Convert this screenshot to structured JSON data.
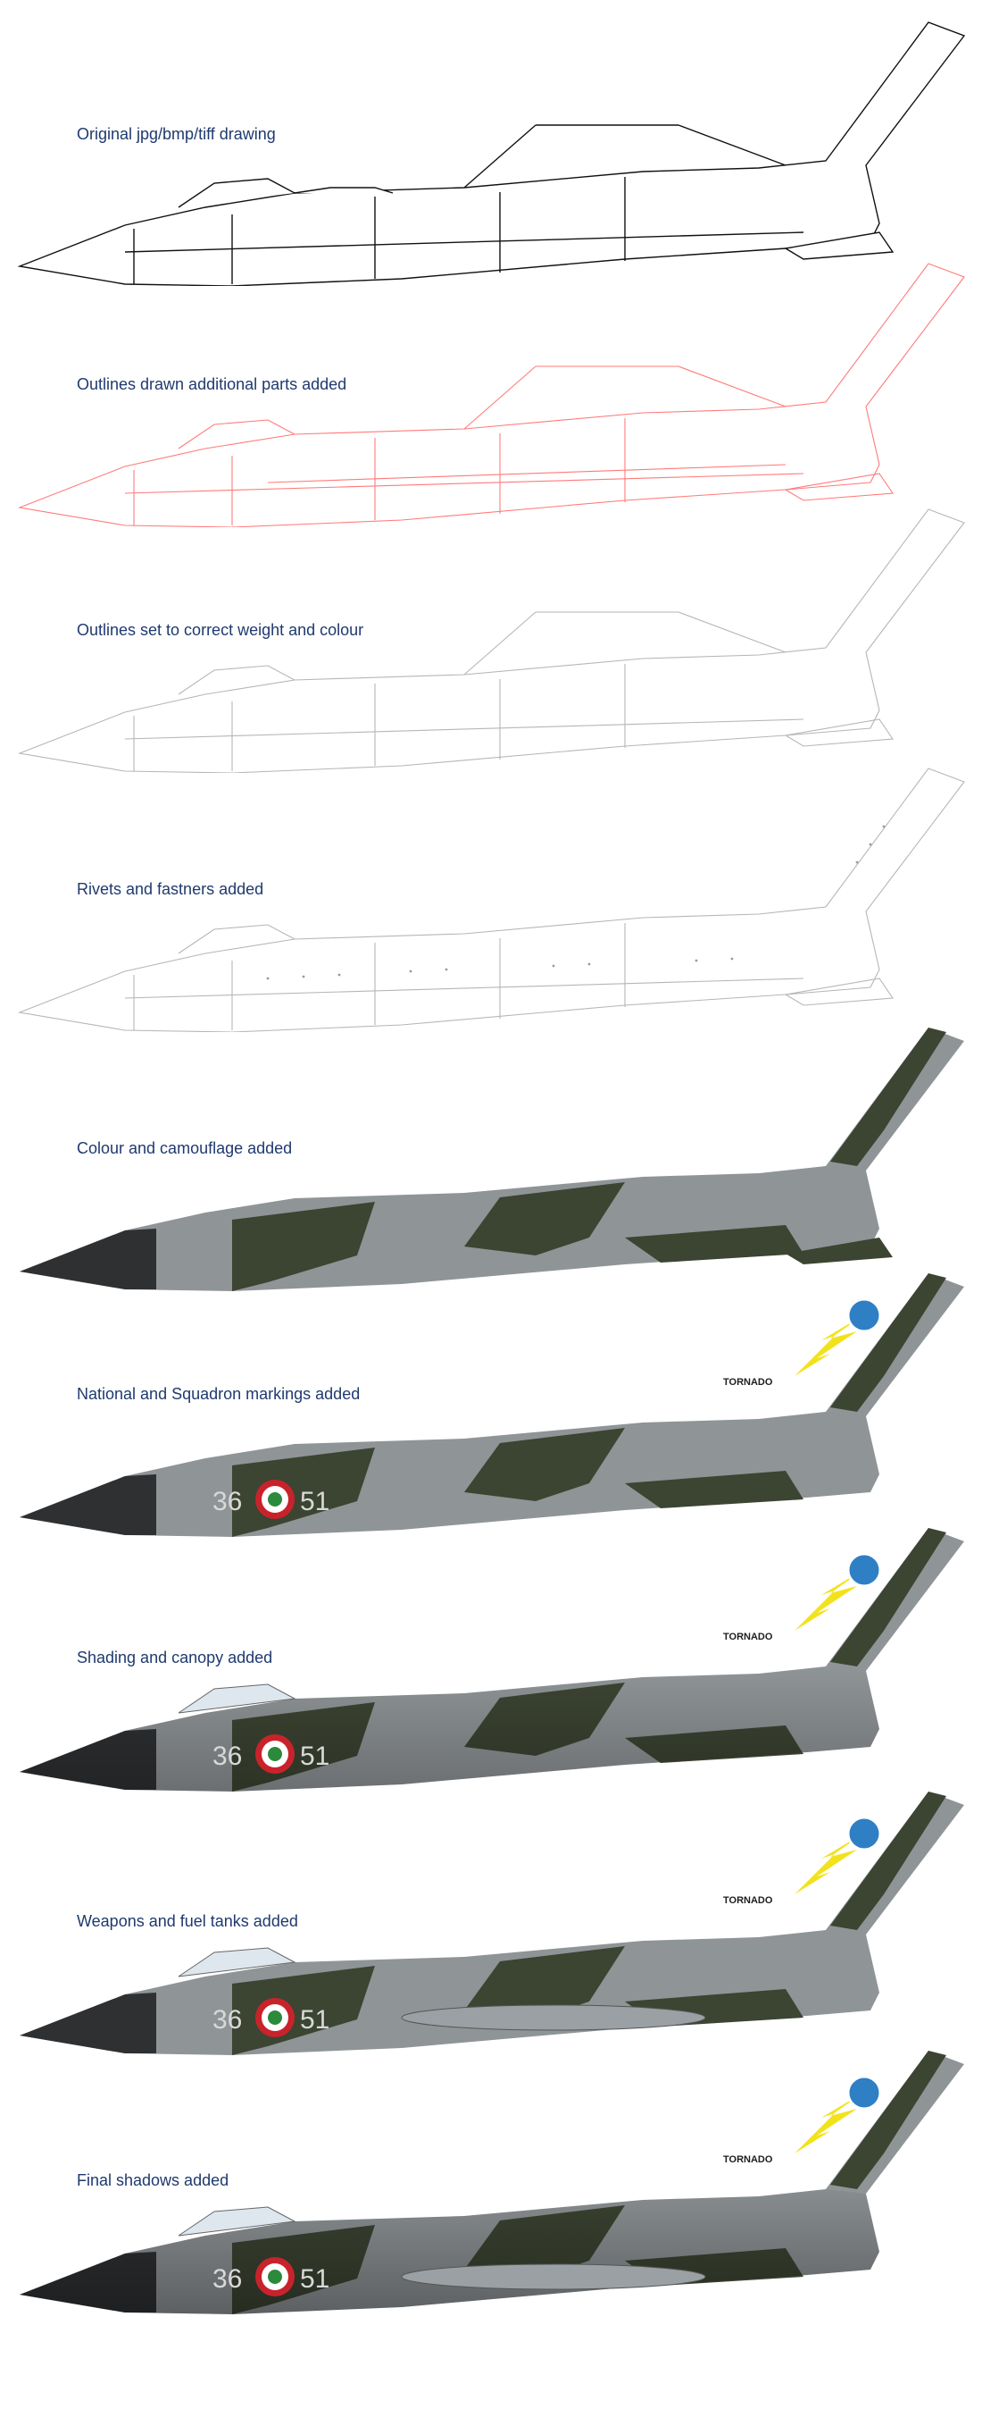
{
  "stages": [
    {
      "label": "Original jpg/bmp/tiff drawing"
    },
    {
      "label": "Outlines drawn additional parts added"
    },
    {
      "label": "Outlines set to correct weight and colour"
    },
    {
      "label": "Rivets and fastners added"
    },
    {
      "label": "Colour and camouflage added"
    },
    {
      "label": "National and Squadron markings added"
    },
    {
      "label": "Shading and canopy added"
    },
    {
      "label": "Weapons and fuel tanks added"
    },
    {
      "label": "Final shadows added"
    }
  ],
  "markings": {
    "code_left": "36",
    "code_right": "51",
    "tail_text": "TORNADO"
  },
  "colors": {
    "label_text": "#1f3a6e",
    "camo_dark": "#3c4432",
    "camo_grey": "#8f9497",
    "nose_dark": "#2e3032",
    "roundel_red": "#c8232b",
    "roundel_green": "#2c8a3c",
    "lightning_yellow": "#f2e21c",
    "emblem_blue": "#2f7fc4"
  }
}
